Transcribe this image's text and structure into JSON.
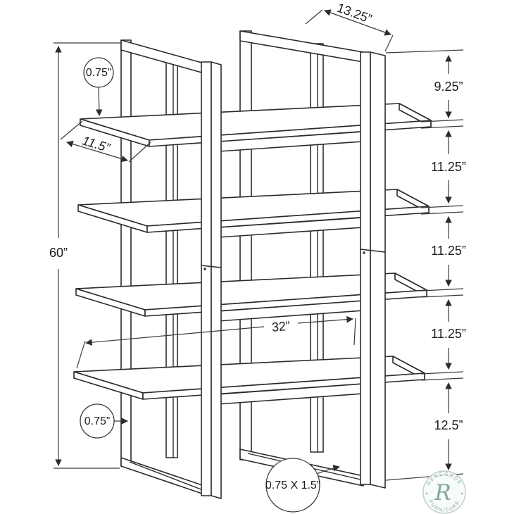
{
  "diagram": {
    "type": "furniture-dimension-drawing",
    "product": "4-shelf open etagere bookcase line drawing",
    "dimensions": {
      "height": "60”",
      "top_depth": "13.25”",
      "shelf_depth": "11.5”",
      "shelf_width": "32”",
      "tube_top": "0.75”",
      "tube_bottom": "0.75”",
      "base_tube": "0.75 X 1.5”",
      "right_spacings": [
        "9.25”",
        "11.25”",
        "11.25”",
        "11.25”",
        "12.5”"
      ]
    },
    "watermark": {
      "top": "RENEGADE",
      "bottom": "FURNITURE",
      "monogram": "R",
      "accent_color": "#7fa8a0"
    },
    "colors": {
      "line": "#2b2b2b",
      "dimension": "#3a3a3a",
      "background": "#ffffff"
    }
  }
}
